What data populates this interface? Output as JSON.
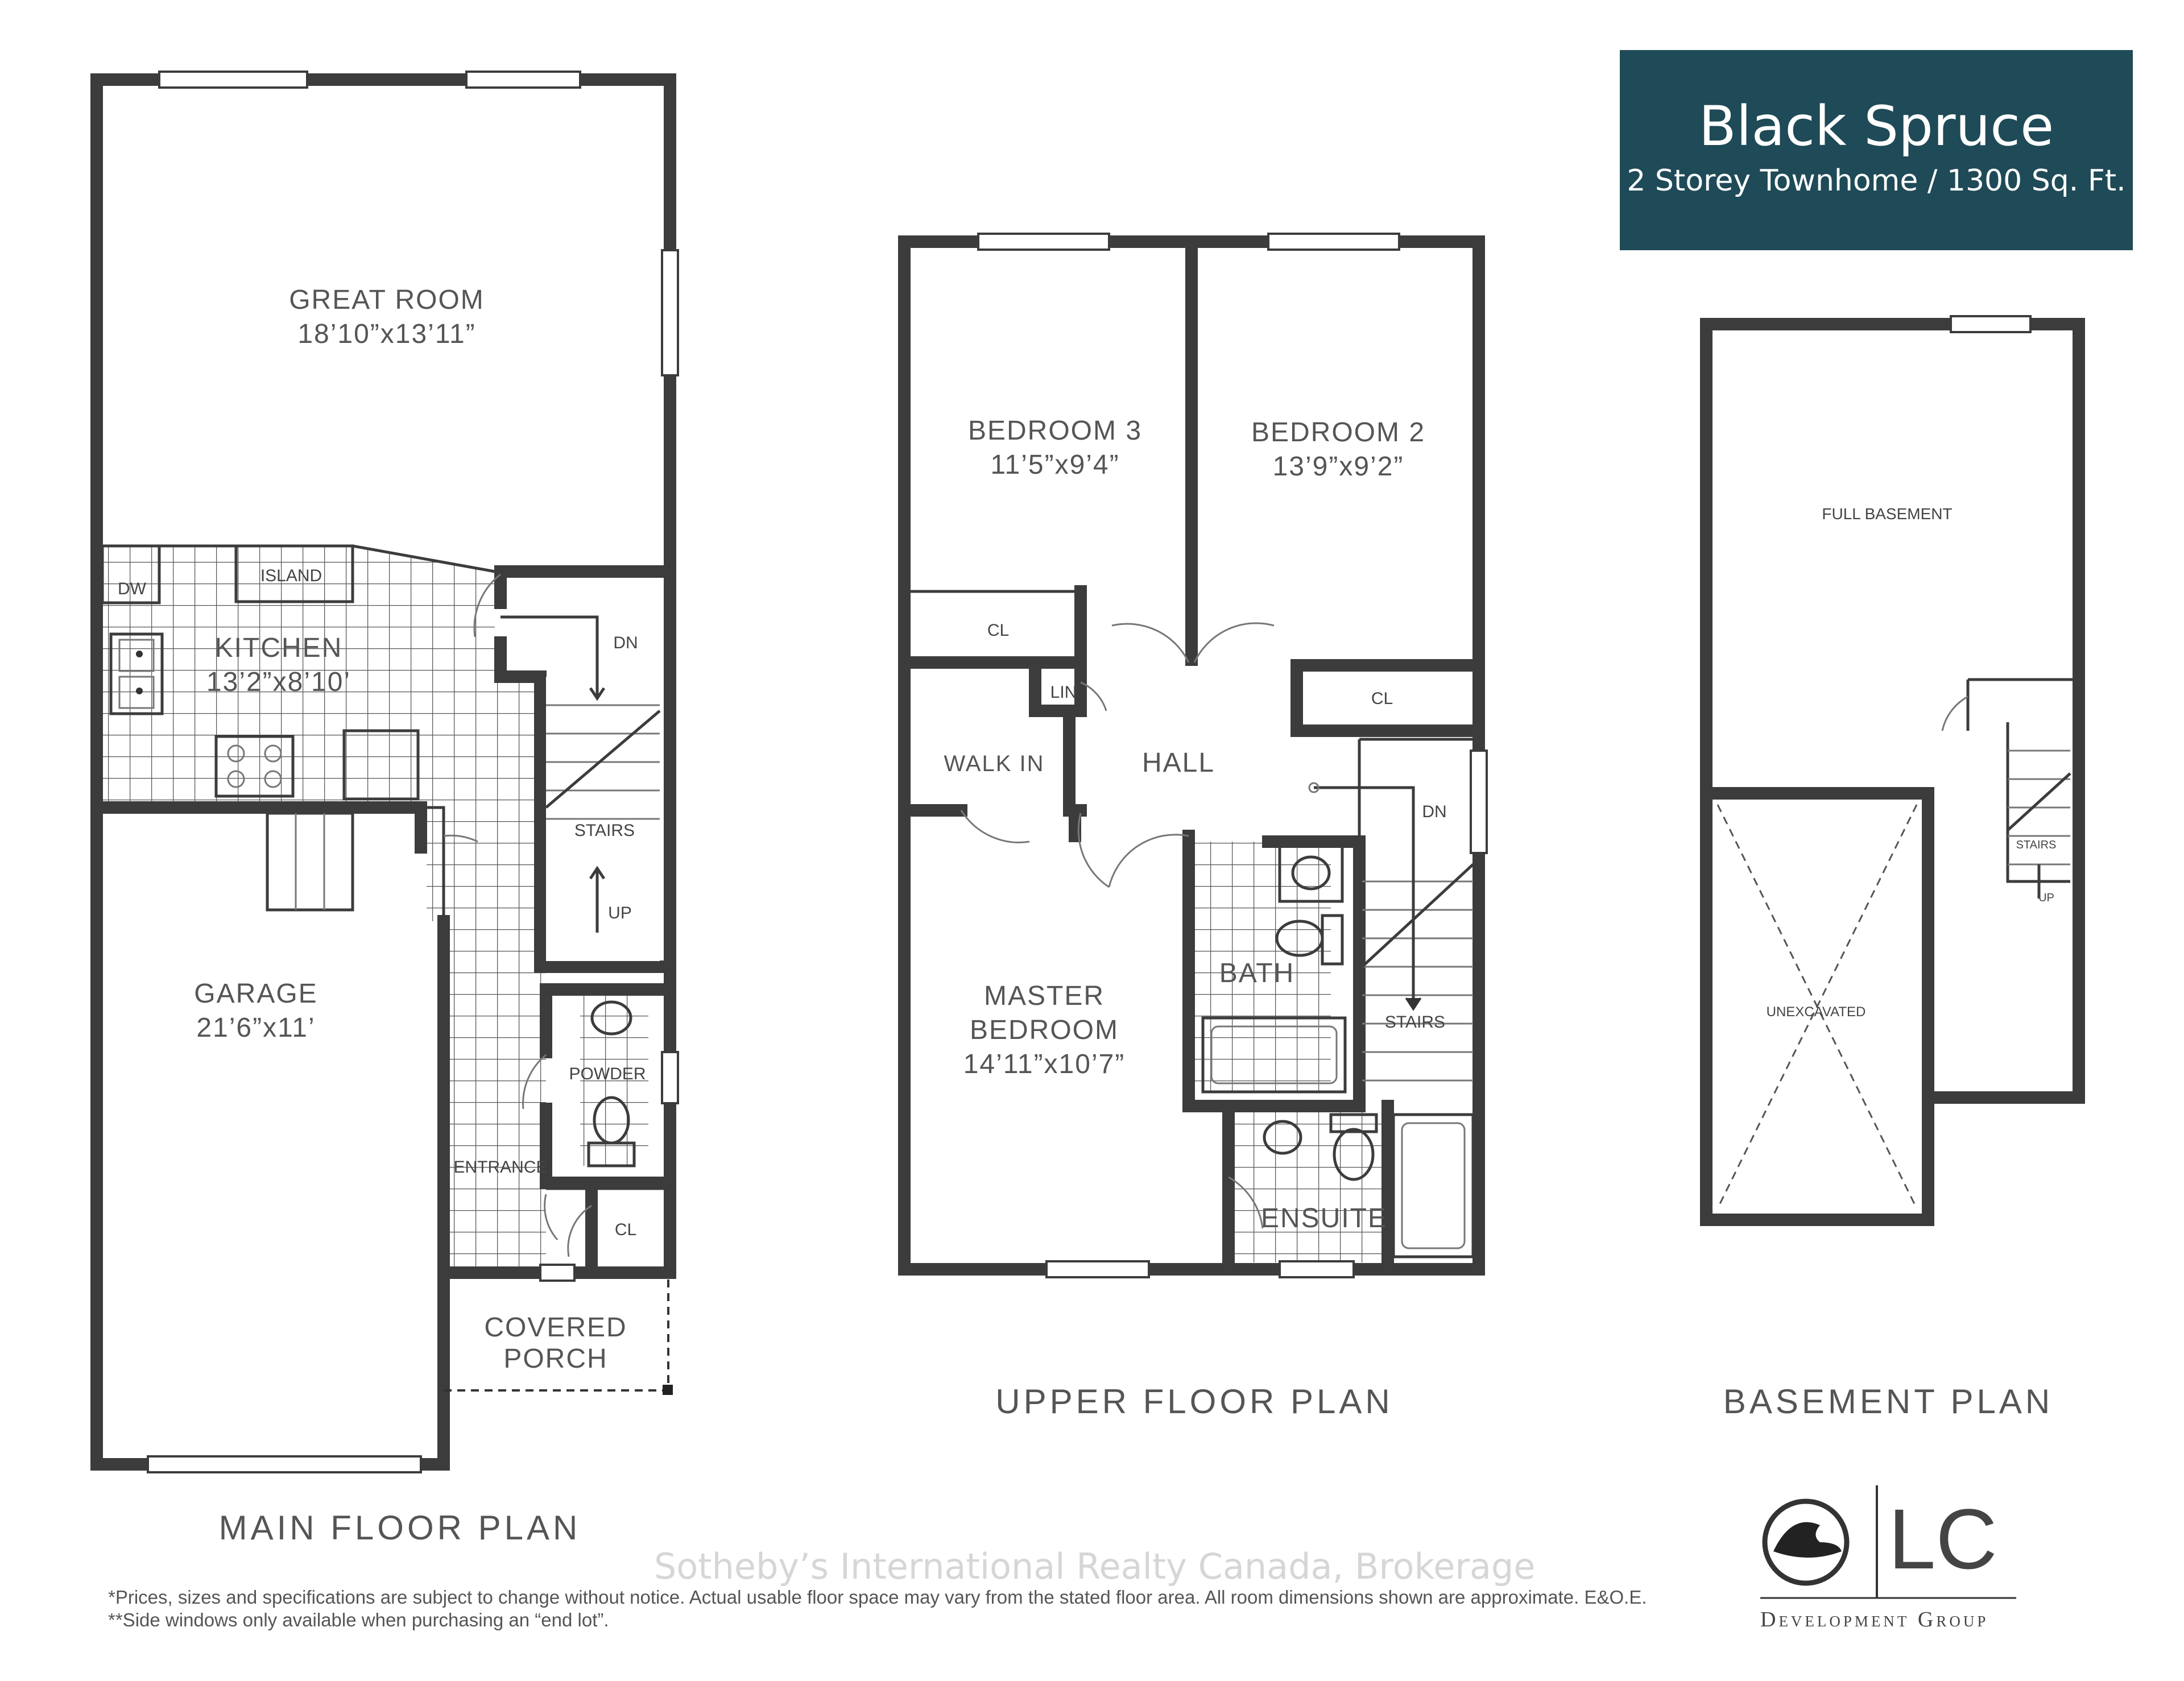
{
  "title": {
    "name": "Black Spruce",
    "subtitle": "2 Storey Townhome / 1300 Sq. Ft."
  },
  "main_floor": {
    "plan_label": "MAIN FLOOR PLAN",
    "great_room": "GREAT ROOM",
    "great_room_size": "18’10”x13’11”",
    "kitchen": "KITCHEN",
    "kitchen_size": "13’2”x8’10’",
    "island": "ISLAND",
    "dw": "DW",
    "dn": "DN",
    "stairs": "STAIRS",
    "up": "UP",
    "garage": "GARAGE",
    "garage_size": "21’6”x11’",
    "powder": "POWDER",
    "entrance": "ENTRANCE",
    "cl": "CL",
    "covered_porch_1": "COVERED",
    "covered_porch_2": "PORCH"
  },
  "upper_floor": {
    "plan_label": "UPPER FLOOR PLAN",
    "bedroom3": "BEDROOM 3",
    "bedroom3_size": "11’5”x9’4”",
    "bedroom2": "BEDROOM 2",
    "bedroom2_size": "13’9”x9’2”",
    "cl1": "CL",
    "cl2": "CL",
    "lin": "LIN",
    "walk_in": "WALK IN",
    "hall": "HALL",
    "dn": "DN",
    "bath": "BATH",
    "stairs": "STAIRS",
    "master_1": "MASTER",
    "master_2": "BEDROOM",
    "master_size": "14’11”x10’7”",
    "ensuite": "ENSUITE"
  },
  "basement": {
    "plan_label": "BASEMENT PLAN",
    "full_basement": "FULL BASEMENT",
    "unexcavated": "UNEXCAVATED",
    "stairs": "STAIRS",
    "up": "UP"
  },
  "disclaimer": {
    "line1": "*Prices, sizes and specifications are subject to change without notice. Actual usable floor space may vary from the stated floor area. All room dimensions shown are approximate. E&O.E.",
    "line2": "**Side windows only available when purchasing an “end lot”."
  },
  "watermark": "Sotheby’s International Realty Canada, Brokerage",
  "logo": {
    "mark": "LC",
    "company": "Development Group"
  }
}
